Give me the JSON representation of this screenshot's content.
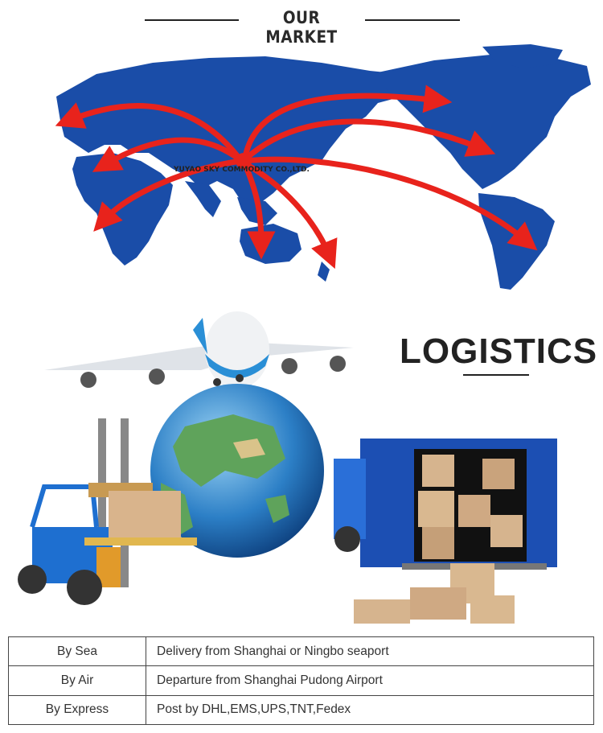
{
  "header": {
    "title": "OUR MARKET"
  },
  "map": {
    "company_label": "YUYAO SKY COMMODITY CO.,LTD.",
    "land_color": "#1a4da8",
    "arrow_color": "#e8231c"
  },
  "logistics": {
    "title": "LOGISTICS"
  },
  "shipping": {
    "rows": [
      {
        "method": "By Sea",
        "detail": "Delivery from Shanghai or Ningbo seaport"
      },
      {
        "method": "By Air",
        "detail": "Departure from Shanghai Pudong Airport"
      },
      {
        "method": "By Express",
        "detail": "Post by DHL,EMS,UPS,TNT,Fedex"
      }
    ]
  }
}
